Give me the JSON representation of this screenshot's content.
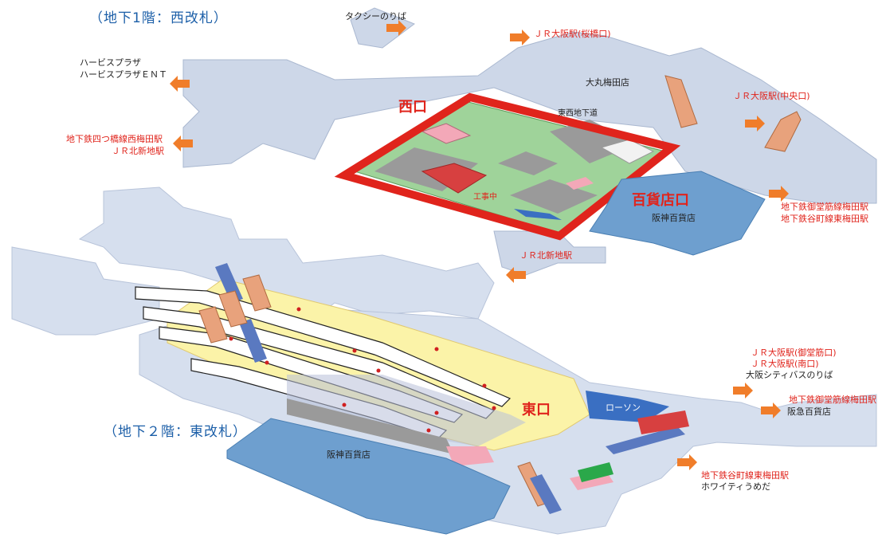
{
  "floors": {
    "b1": "（地下1階：西改札）",
    "b2": "（地下２階：東改札）"
  },
  "exits": {
    "west": "西口",
    "east": "東口",
    "department": "百貨店口"
  },
  "stores": {
    "daimaru": "大丸梅田店",
    "hanshin_upper": "阪神百貨店",
    "hanshin_lower": "阪神百貨店",
    "lawson": "ローソン",
    "corridor": "東西地下道",
    "construction": "工事中"
  },
  "directions": {
    "taxi": "タクシーのりば",
    "jr_sakurabashi": "ＪＲ大阪駅(桜橋口)",
    "herbis_1": "ハービスプラザ",
    "herbis_2": "ハービスプラザＥＮＴ",
    "yotsubashi": "地下鉄四つ橋線西梅田駅",
    "jr_kitashinchi_w": "ＪＲ北新地駅",
    "jr_central": "ＪＲ大阪駅(中央口)",
    "midosuji_1": "地下鉄御堂筋線梅田駅",
    "tanimachi_1": "地下鉄谷町線東梅田駅",
    "jr_kitashinchi_c": "ＪＲ北新地駅",
    "jr_midosuji": "ＪＲ大阪駅(御堂筋口)",
    "jr_south": "ＪＲ大阪駅(南口)",
    "city_bus": "大阪シティバスのりば",
    "midosuji_2": "地下鉄御堂筋線梅田駅",
    "hankyu": "阪急百貨店",
    "tanimachi_2": "地下鉄谷町線東梅田駅",
    "whity": "ホワイティうめだ"
  },
  "colors": {
    "corridor": "#cdd7e8",
    "concourse_green": "#9fd39a",
    "platform_yellow": "#fbf3a8",
    "dept_store_blue": "#6e9fcf",
    "exit_red": "#e0241c",
    "arrow_orange": "#f07d2a",
    "escalator_blue": "#5a79c0",
    "stairs_orange": "#e8a27c"
  }
}
